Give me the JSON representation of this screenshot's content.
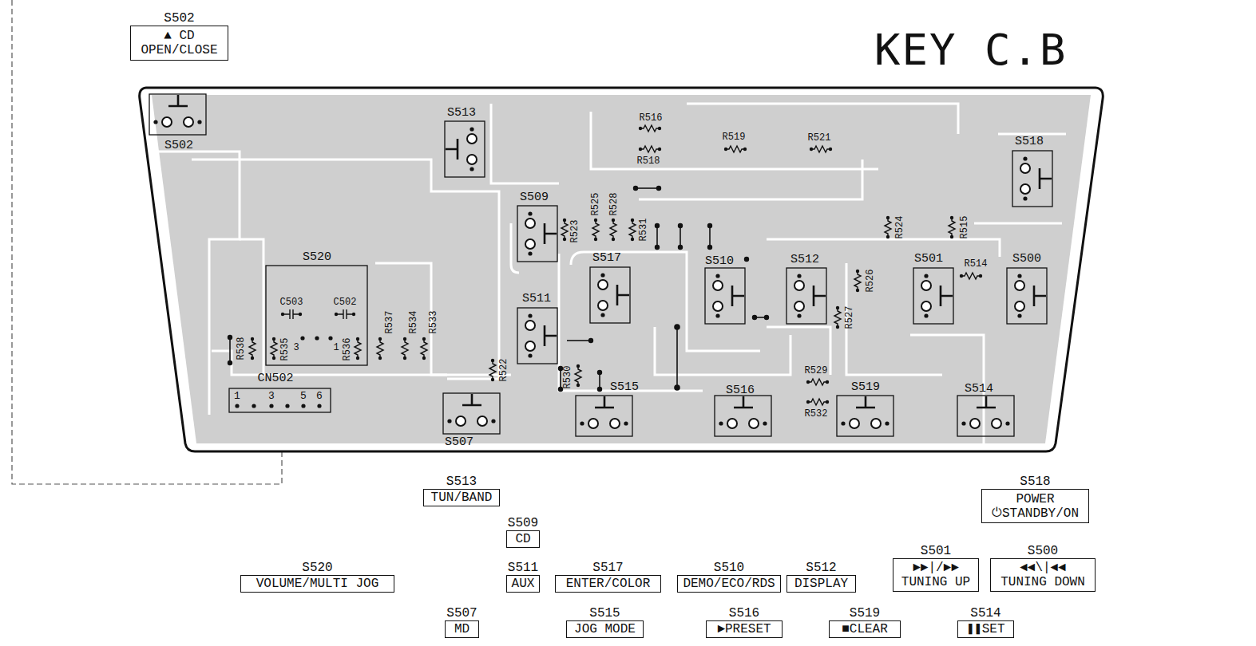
{
  "diagram": {
    "title": "KEY C.B",
    "nodes": [
      {
        "text": [
          "S502",
          "▲ CD OPEN/CLOSE"
        ]
      },
      {
        "text": [
          "S513",
          "TUN/BAND"
        ]
      },
      {
        "text": [
          "S509",
          "CD"
        ]
      },
      {
        "text": [
          "S520",
          "VOLUME/MULTI JOG"
        ]
      },
      {
        "text": [
          "S511",
          "AUX"
        ]
      },
      {
        "text": [
          "S517",
          "ENTER/COLOR"
        ]
      },
      {
        "text": [
          "S510",
          "DEMO/ECO/RDS"
        ]
      },
      {
        "text": [
          "S512",
          "DISPLAY"
        ]
      },
      {
        "text": [
          "S501",
          "►►|/►► TUNING UP"
        ]
      },
      {
        "text": [
          "S500",
          "◄◄\\|◄◄ TUNING DOWN"
        ]
      },
      {
        "text": [
          "S518",
          "POWER ⏻STANDBY/ON"
        ]
      },
      {
        "text": [
          "S507",
          "MD"
        ]
      },
      {
        "text": [
          "S515",
          "JOG MODE"
        ]
      },
      {
        "text": [
          "S516",
          "►PRESET"
        ]
      },
      {
        "text": [
          "S519",
          "■CLEAR"
        ]
      },
      {
        "text": [
          "S514",
          "❚❚SET"
        ]
      }
    ],
    "labels": [
      "S502",
      "S513",
      "R516",
      "R518",
      "R519",
      "R521",
      "S518",
      "S509",
      "R525",
      "R528",
      "R523",
      "R531",
      "R524",
      "R515",
      "S520",
      "S517",
      "S510",
      "S512",
      "S501",
      "R514",
      "S500",
      "R526",
      "R527",
      "S511",
      "C503",
      "C502",
      "R538",
      "R535",
      "3",
      "1",
      "R536",
      "R537",
      "R534",
      "R533",
      "CN502",
      "1",
      "3",
      "5",
      "6",
      "R522",
      "R530",
      "S515",
      "R529",
      "S516",
      "S519",
      "S514",
      "R532",
      "S507"
    ]
  }
}
